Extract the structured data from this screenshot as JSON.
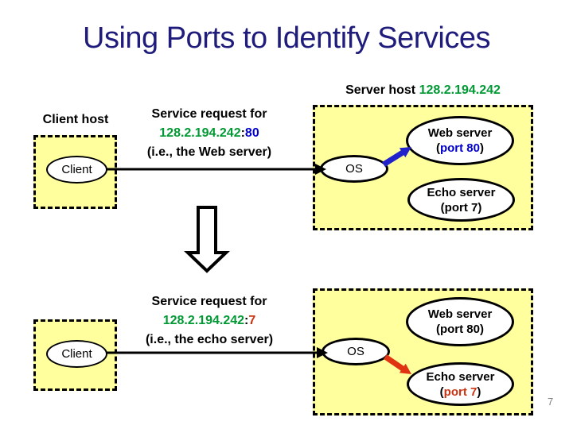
{
  "title": "Using Ports to Identify Services",
  "page_number": "7",
  "server_host": {
    "prefix": "Server host ",
    "ip": "128.2.194.242"
  },
  "top_diagram": {
    "client_host_label": "Client host",
    "client_label": "Client",
    "os_label": "OS",
    "request": {
      "line1": "Service request for",
      "ip": "128.2.194.242",
      "separator": ":",
      "port": "80",
      "line3": "(i.e., the Web server)"
    },
    "web_server": {
      "name": "Web server",
      "paren_open": "(",
      "port_text": "port 80",
      "paren_close": ")"
    },
    "echo_server": {
      "name": "Echo server",
      "paren_open": "(",
      "port_text": "port 7",
      "paren_close": ")"
    }
  },
  "bottom_diagram": {
    "client_label": "Client",
    "os_label": "OS",
    "request": {
      "line1": "Service request for",
      "ip": "128.2.194.242",
      "separator": ":",
      "port": "7",
      "line3": "(i.e., the echo server)"
    },
    "web_server": {
      "name": "Web server",
      "paren_open": "(",
      "port_text": "port 80",
      "paren_close": ")"
    },
    "echo_server": {
      "name": "Echo server",
      "paren_open": "(",
      "port_text": "port 7",
      "paren_close": ")"
    }
  },
  "colors": {
    "title_navy": "#1F1C7C",
    "ip_green": "#009933",
    "port_blue": "#0000CC",
    "port_red": "#CC3311",
    "arrow_blue": "#2222CC",
    "arrow_red": "#E03311",
    "box_yellow": "#FFFF9E",
    "page_number_gray": "#808080"
  }
}
